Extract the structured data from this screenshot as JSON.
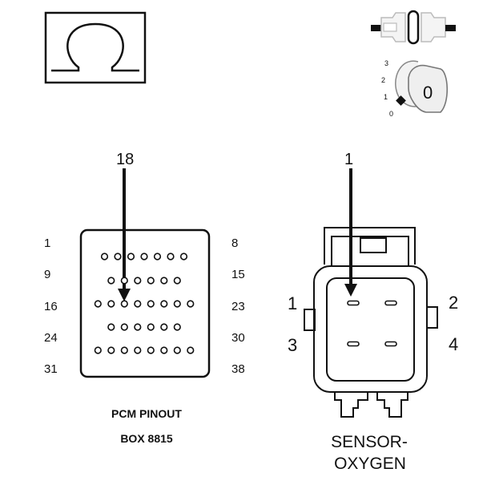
{
  "symbols": {
    "ohmmeter_icon": "omega-icon",
    "connector_icon": "connector-disconnect-icon",
    "ignition_icon": "ignition-key-icon",
    "ignition_positions": [
      "3",
      "2",
      "1",
      "0"
    ],
    "key_value": "0"
  },
  "pcm": {
    "left_pins": [
      "1",
      "9",
      "16",
      "24",
      "31"
    ],
    "right_pins": [
      "8",
      "15",
      "23",
      "30",
      "38"
    ],
    "row_pin_counts": [
      7,
      6,
      8,
      6,
      8
    ],
    "highlight_pin": "18",
    "title_line1": "PCM PINOUT",
    "title_line2": "BOX 8815"
  },
  "sensor": {
    "highlight_pin": "1",
    "pin_labels": [
      "1",
      "2",
      "3",
      "4"
    ],
    "title_line1": "SENSOR-",
    "title_line2": "OXYGEN"
  }
}
